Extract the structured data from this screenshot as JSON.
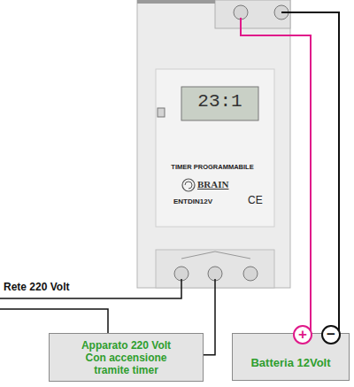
{
  "diagram": {
    "nodes": [
      {
        "text": [
          "23:1",
          "TIMER PROGRAMMABILE",
          "BRAIN",
          "ENTDIN12V",
          "CE"
        ]
      },
      {
        "text": [
          "Apparato 220 Volt Con accensione tramite timer"
        ]
      },
      {
        "text": [
          "Batteria 12Volt"
        ]
      }
    ],
    "edges": [
      {
        "from": 0,
        "to": 1,
        "arrow": "none"
      },
      {
        "from": 2,
        "to": 0,
        "arrow": "none"
      },
      {
        "from": 2,
        "to": 0,
        "arrow": "none"
      }
    ],
    "labels": [
      "Rete 220 Volt",
      "+",
      "−"
    ]
  }
}
